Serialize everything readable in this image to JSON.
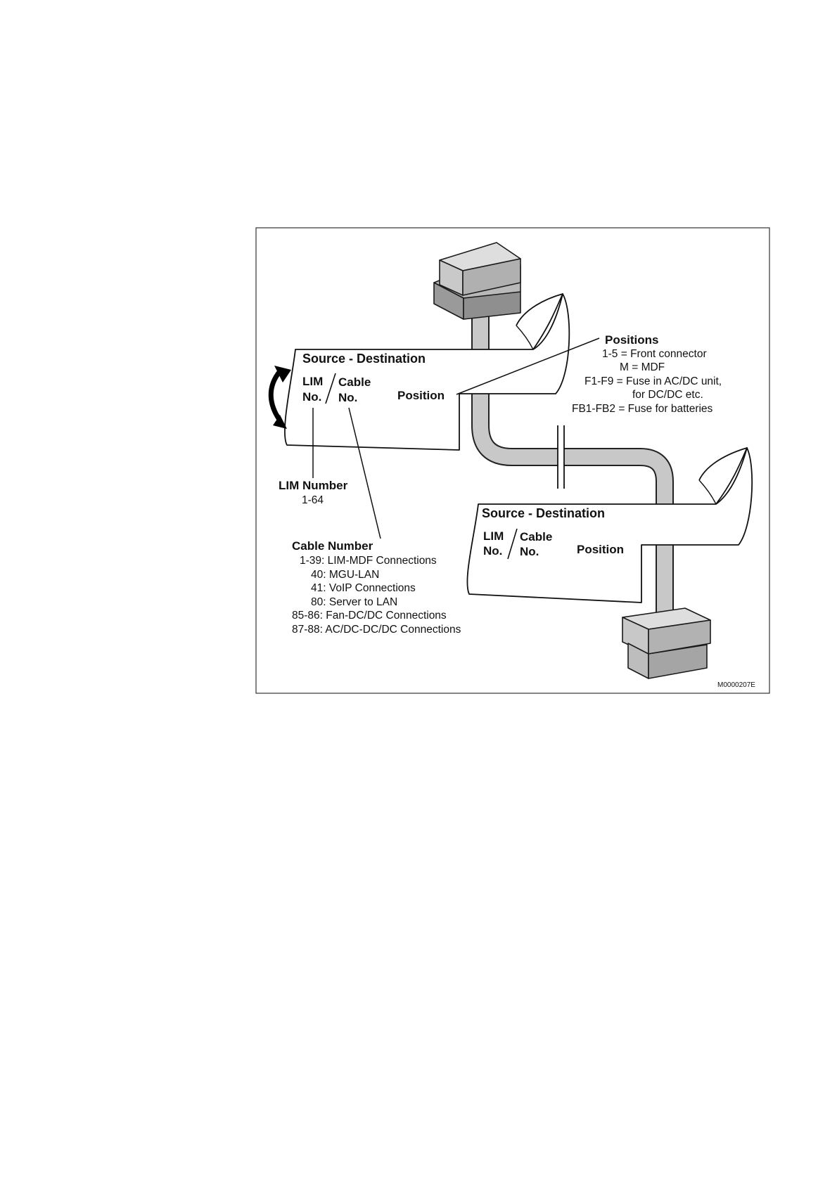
{
  "label_top": {
    "header": "Source - Destination",
    "lim_1": "LIM",
    "lim_2": "No.",
    "cable_1": "Cable",
    "cable_2": "No.",
    "position": "Position"
  },
  "label_bottom": {
    "header": "Source - Destination",
    "lim_1": "LIM",
    "lim_2": "No.",
    "cable_1": "Cable",
    "cable_2": "No.",
    "position": "Position"
  },
  "positions_legend": {
    "title": "Positions",
    "lines": [
      "1-5 = Front connector",
      "M = MDF",
      "F1-F9 = Fuse in AC/DC unit,",
      "for DC/DC etc.",
      "FB1-FB2 = Fuse for batteries"
    ]
  },
  "lim_legend": {
    "title": "LIM Number",
    "range": "1-64"
  },
  "cable_legend": {
    "title": "Cable Number",
    "lines": [
      "1-39: LIM-MDF Connections",
      "40: MGU-LAN",
      "41: VoIP Connections",
      "80: Server to LAN",
      "85-86: Fan-DC/DC Connections",
      "87-88: AC/DC-DC/DC Connections"
    ]
  },
  "figure_code": "M0000207E",
  "colors": {
    "cable_fill": "#c8c8c8",
    "connector_light": "#d6d6d6",
    "connector_mid": "#b9b9b9",
    "connector_dark": "#8f8f8f",
    "line": "#111111"
  }
}
